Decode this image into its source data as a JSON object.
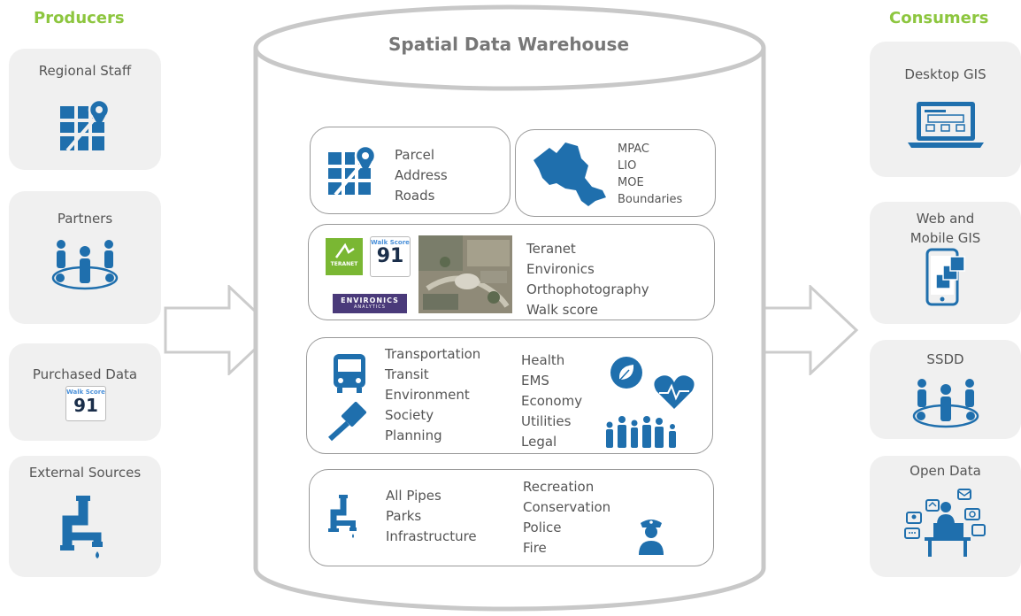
{
  "producers": {
    "heading": "Producers",
    "items": [
      {
        "label": "Regional Staff",
        "icon": "map-pin-icon"
      },
      {
        "label": "Partners",
        "icon": "people-network-icon"
      },
      {
        "label": "Purchased Data",
        "icon": "walk-score-icon"
      },
      {
        "label": "External Sources",
        "icon": "pipe-faucet-icon"
      }
    ]
  },
  "consumers": {
    "heading": "Consumers",
    "items": [
      {
        "label": "Desktop GIS",
        "icon": "laptop-icon"
      },
      {
        "label": "Web and Mobile GIS",
        "icon": "mobile-icon"
      },
      {
        "label": "SSDD",
        "icon": "people-network-icon"
      },
      {
        "label": "Open Data",
        "icon": "open-data-icon"
      }
    ]
  },
  "warehouse": {
    "title": "Spatial Data Warehouse",
    "panel1": {
      "left_items": [
        "Parcel",
        "Address",
        "Roads"
      ],
      "right_items": [
        "MPAC",
        "LIO",
        "MOE",
        "Boundaries"
      ]
    },
    "panel2": {
      "items": [
        "Teranet",
        "Environics",
        "Orthophotography",
        "Walk score"
      ],
      "teranet_logo": "TERANET",
      "walk_score_label": "Walk Score",
      "walk_score_value": "91",
      "environics_logo": "ENVIRONICS",
      "environics_sub": "ANALYTICS"
    },
    "panel3": {
      "col1": [
        "Transportation",
        "Transit",
        "Environment",
        "Society",
        "Planning"
      ],
      "col2": [
        "Health",
        "EMS",
        "Economy",
        "Utilities",
        "Legal"
      ]
    },
    "panel4": {
      "col1": [
        "All Pipes",
        "Parks",
        "Infrastructure"
      ],
      "col2": [
        "Recreation",
        "Conservation",
        "Police",
        "Fire"
      ]
    }
  },
  "purchased_walk_score": {
    "label": "Walk Score",
    "value": "91"
  },
  "colors": {
    "accent_green": "#8dc63f",
    "icon_blue": "#1f6fad",
    "card_gray": "#f0f0f0"
  }
}
